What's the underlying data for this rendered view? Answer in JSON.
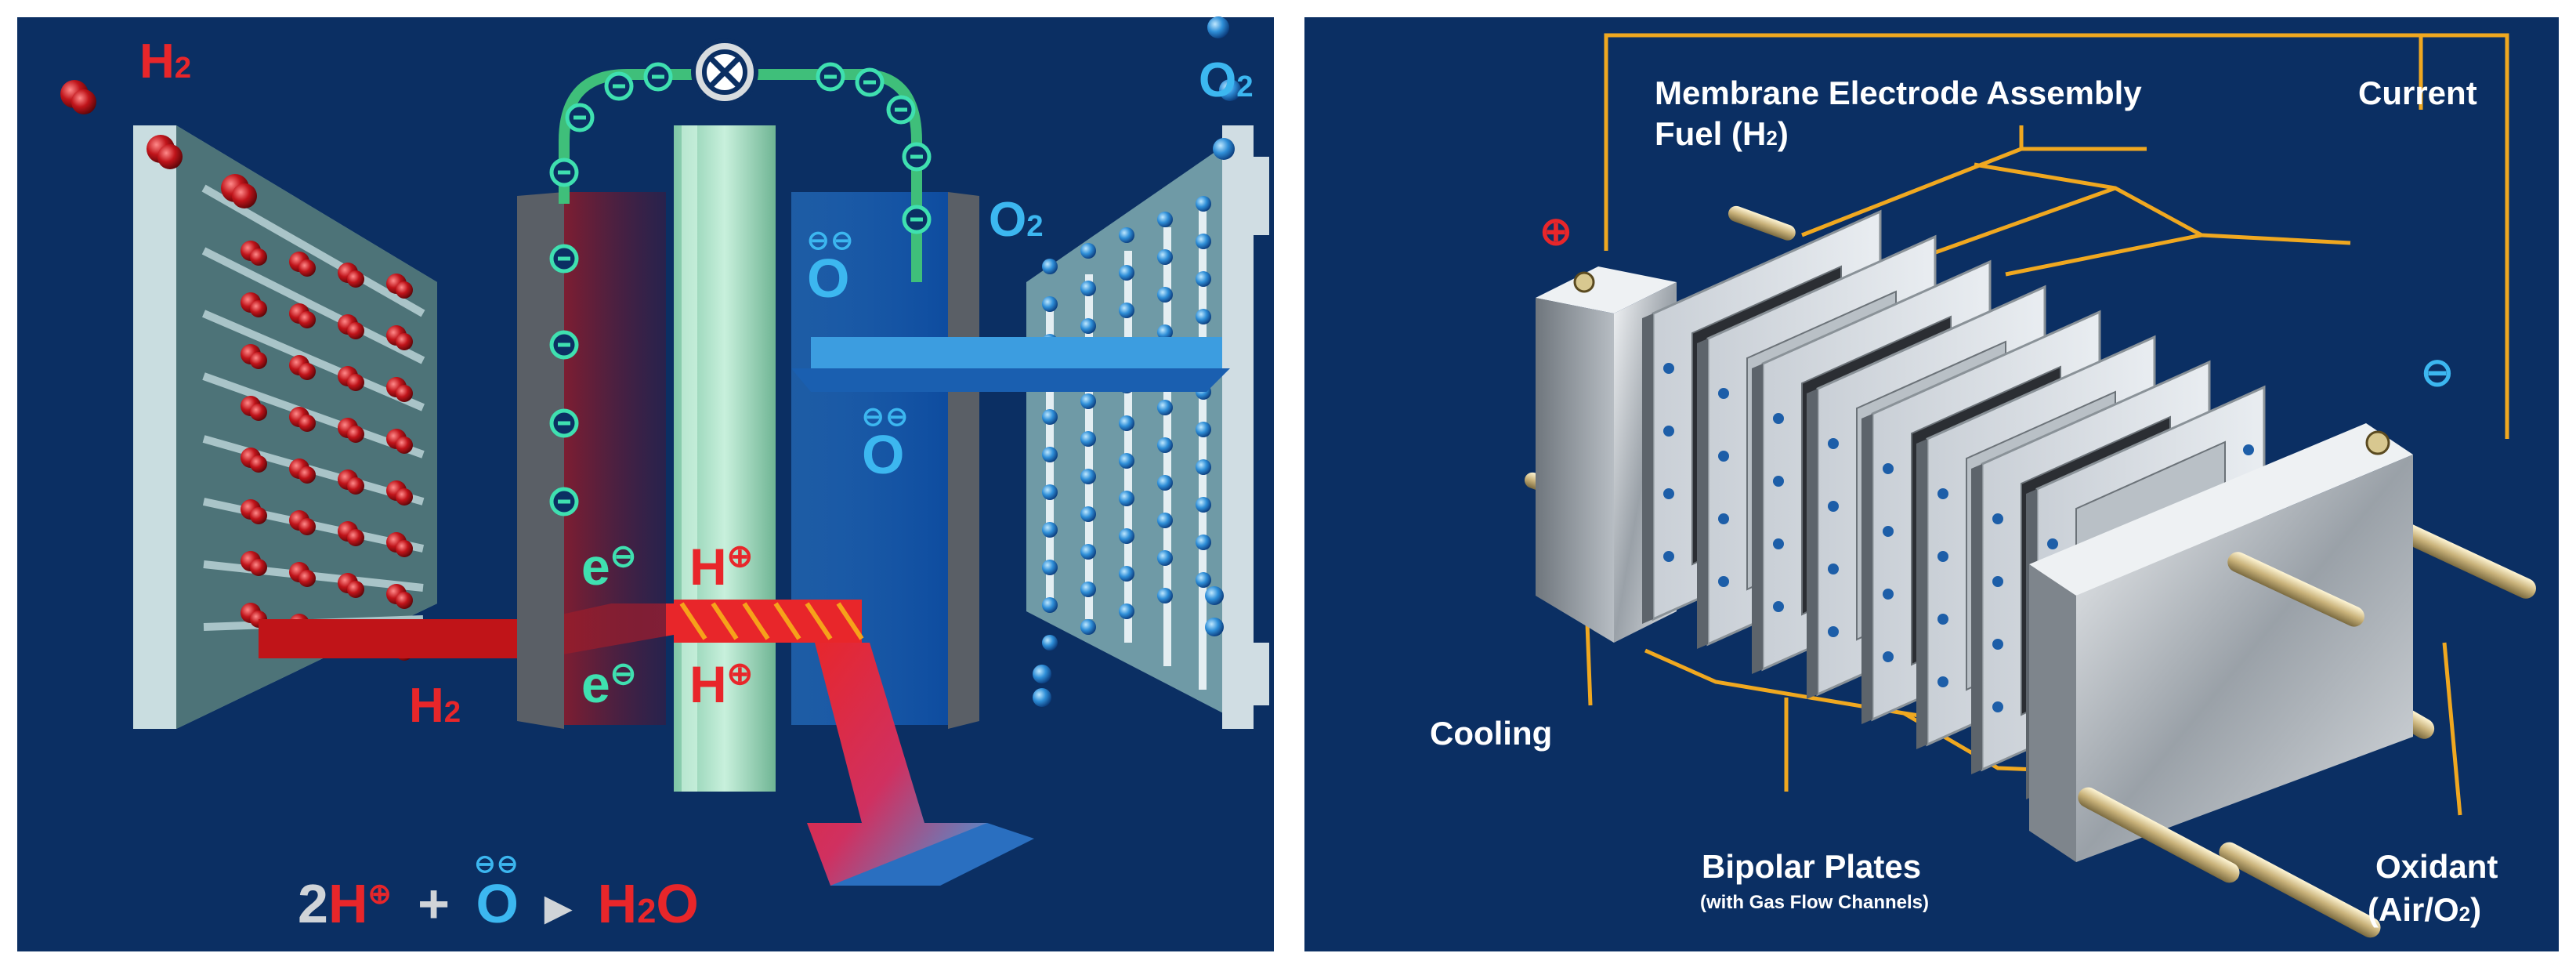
{
  "left_panel": {
    "h2_top": {
      "main": "H",
      "sub": "2"
    },
    "o2_top": {
      "main": "O",
      "sub": "2"
    },
    "o2_mid": {
      "main": "O",
      "sub": "2"
    },
    "h2_bottom": {
      "main": "H",
      "sub": "2"
    },
    "electron_upper": "e",
    "electron_lower": "e",
    "proton_upper": "H",
    "proton_lower": "H",
    "oxygen_ion_upper": "O",
    "oxygen_ion_lower": "O",
    "equation": {
      "coef": "2",
      "h": "H",
      "plus": "+",
      "o": "O",
      "arrow": "▶",
      "product_h": "H",
      "product_sub": "2",
      "product_o": "O"
    }
  },
  "right_panel": {
    "mea_label": "Membrane Electrode Assembly",
    "fuel_label": {
      "main": "Fuel (H",
      "sub": "2",
      "end": ")"
    },
    "current_label": "Current",
    "plus_terminal": "⊕",
    "minus_terminal": "⊖",
    "cooling_label": "Cooling",
    "bipolar_label": "Bipolar Plates",
    "bipolar_sublabel": "(with Gas Flow Channels)",
    "oxidant_label": "Oxidant",
    "oxidant_sublabel": {
      "main": "(Air/O",
      "sub": "2",
      "end": ")"
    }
  },
  "colors": {
    "background": "#0b2f63",
    "hydrogen": "#e8262a",
    "oxygen": "#3cb7f0",
    "electron": "#3fe0b0",
    "leader_lines": "#f0a820"
  }
}
